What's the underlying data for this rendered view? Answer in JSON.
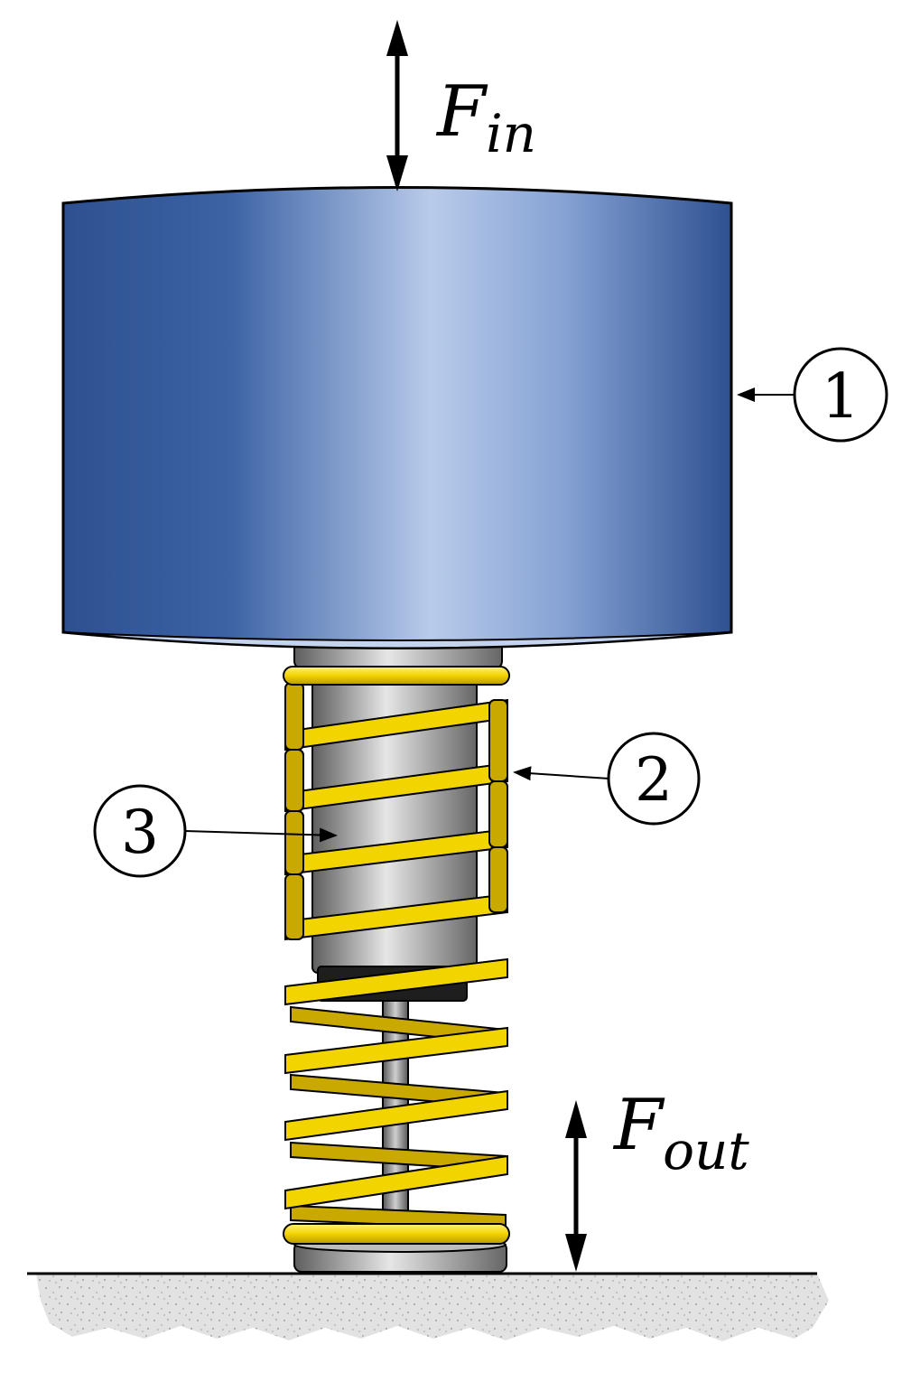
{
  "labels": {
    "force_in": {
      "main": "F",
      "sub": "in"
    },
    "force_out": {
      "main": "F",
      "sub": "out"
    },
    "callouts": [
      "1",
      "2",
      "3"
    ]
  },
  "colors": {
    "mass_dark": "#2e5291",
    "mass_light": "#b5c8e8",
    "spring_yellow": "#f2d400",
    "spring_dark": "#8a7300",
    "cylinder_gray": "#9a9a9a",
    "ground_fill": "#e4e4e4"
  }
}
